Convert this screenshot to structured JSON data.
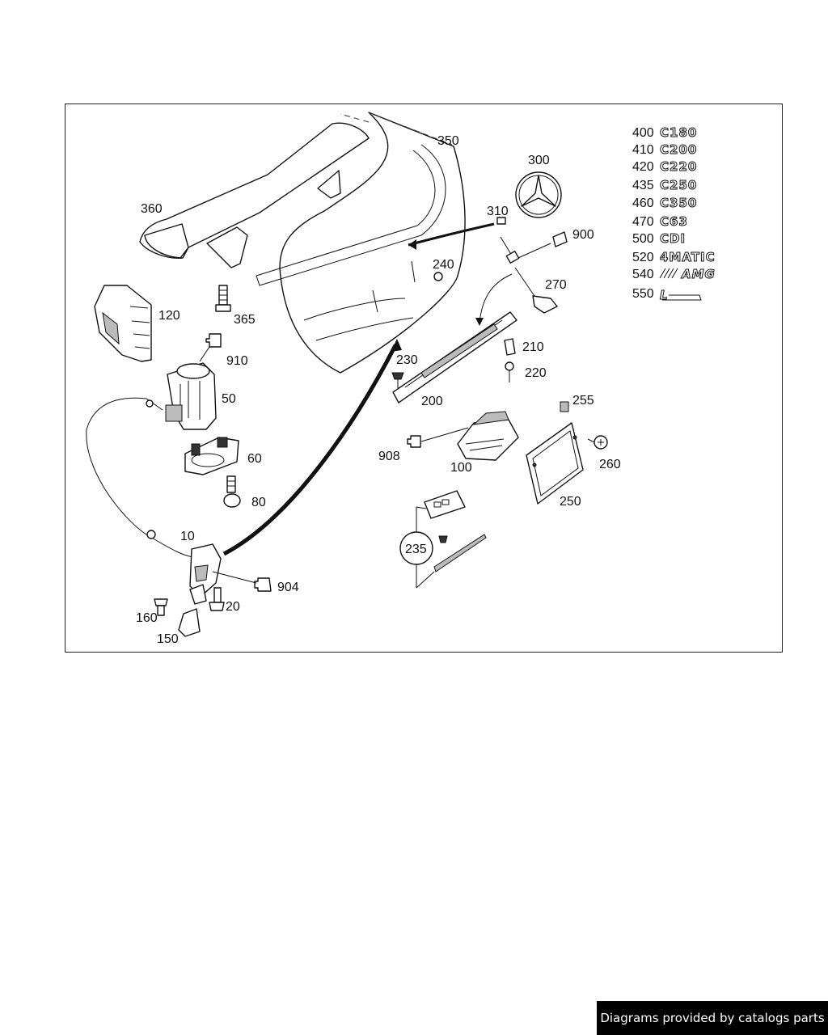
{
  "callouts": {
    "c10": "10",
    "c20": "20",
    "c50": "50",
    "c60": "60",
    "c80": "80",
    "c100": "100",
    "c120": "120",
    "c150": "150",
    "c160": "160",
    "c200": "200",
    "c210": "210",
    "c220": "220",
    "c230": "230",
    "c235": "235",
    "c240": "240",
    "c250": "250",
    "c255": "255",
    "c260": "260",
    "c270": "270",
    "c300": "300",
    "c310": "310",
    "c350": "350",
    "c360": "360",
    "c365": "365",
    "c900": "900",
    "c904": "904",
    "c908": "908",
    "c910": "910"
  },
  "badges": [
    {
      "number": "400",
      "text": "C180"
    },
    {
      "number": "410",
      "text": "C200"
    },
    {
      "number": "420",
      "text": "C220"
    },
    {
      "number": "435",
      "text": "C250"
    },
    {
      "number": "460",
      "text": "C350"
    },
    {
      "number": "470",
      "text": "C63"
    },
    {
      "number": "500",
      "text": "CDI"
    },
    {
      "number": "520",
      "text": "4MATIC"
    },
    {
      "number": "540",
      "text": "AMG"
    },
    {
      "number": "550",
      "text": "L"
    }
  ],
  "footer": {
    "text": "Diagrams provided by catalogs parts"
  }
}
